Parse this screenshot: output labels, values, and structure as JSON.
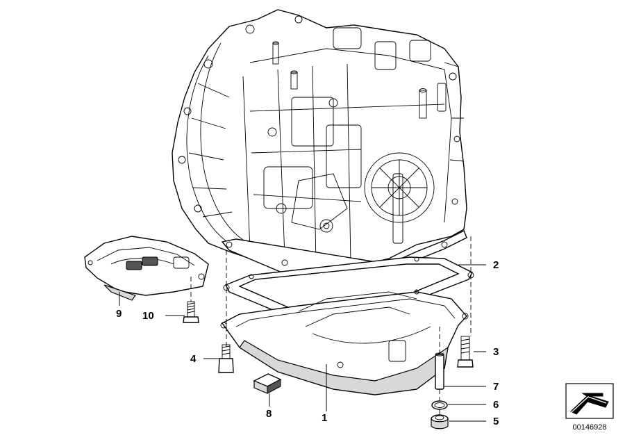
{
  "diagram": {
    "callouts": [
      {
        "id": "c1",
        "label": "1"
      },
      {
        "id": "c2",
        "label": "2"
      },
      {
        "id": "c3",
        "label": "3"
      },
      {
        "id": "c4",
        "label": "4"
      },
      {
        "id": "c5",
        "label": "5"
      },
      {
        "id": "c6",
        "label": "6"
      },
      {
        "id": "c7",
        "label": "7"
      },
      {
        "id": "c8",
        "label": "8"
      },
      {
        "id": "c9",
        "label": "9"
      },
      {
        "id": "c10",
        "label": "10"
      }
    ],
    "reference_number": "00146928"
  }
}
